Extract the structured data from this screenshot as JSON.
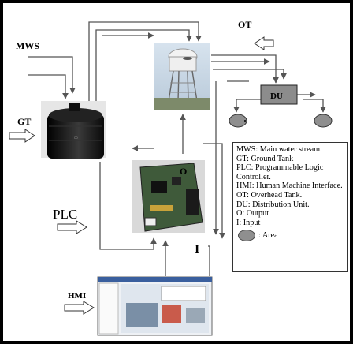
{
  "labels": {
    "mws": "MWS",
    "ot": "OT",
    "gt": "GT",
    "du": "DU",
    "o": "O",
    "plc": "PLC",
    "i": "I",
    "hmi": "HMI"
  },
  "legend": {
    "items": [
      "MWS: Main water stream.",
      "GT: Ground Tank",
      "PLC: Programmable Logic Controller.",
      "HMI: Human Machine Interface.",
      "OT: Overhead Tank.",
      "DU: Distribution Unit.",
      "O: Output",
      "I: Input"
    ],
    "area_label": ": Area"
  },
  "colors": {
    "arrow": "#555555",
    "du_box": "#8c8c8c",
    "area_ellipse": "#8f8f8f",
    "tank": "#1a1a1a"
  }
}
